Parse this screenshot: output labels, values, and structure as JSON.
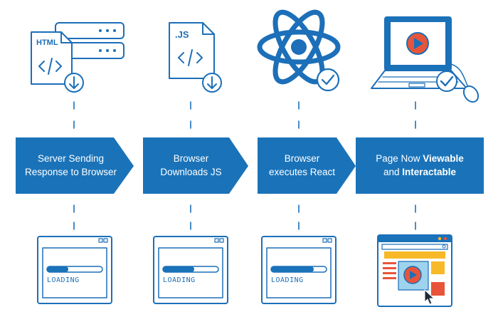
{
  "colors": {
    "primary": "#1a73b9",
    "stroke": "#1c6fb8",
    "accent_red": "#e8543a",
    "accent_yellow": "#f7b928",
    "screen_blue": "#9ed3ee"
  },
  "steps": [
    {
      "lines": [
        {
          "text": "Server Sending",
          "bold": ""
        },
        {
          "text": "Response to Browser",
          "bold": ""
        }
      ],
      "icon": "html-server-icon",
      "file_label": "HTML",
      "state_label": "LOADING"
    },
    {
      "lines": [
        {
          "text": "Browser",
          "bold": ""
        },
        {
          "text": "Downloads JS",
          "bold": ""
        }
      ],
      "icon": "js-file-download-icon",
      "file_label": ".JS",
      "state_label": "LOADING"
    },
    {
      "lines": [
        {
          "text": "Browser",
          "bold": ""
        },
        {
          "text": "executes React",
          "bold": ""
        }
      ],
      "icon": "react-atom-icon",
      "state_label": "LOADING"
    },
    {
      "lines": [
        {
          "text": "Page Now ",
          "bold": "Viewable"
        },
        {
          "text": "and ",
          "bold": "Interactable"
        }
      ],
      "icon": "laptop-video-icon",
      "state_label": ""
    }
  ]
}
